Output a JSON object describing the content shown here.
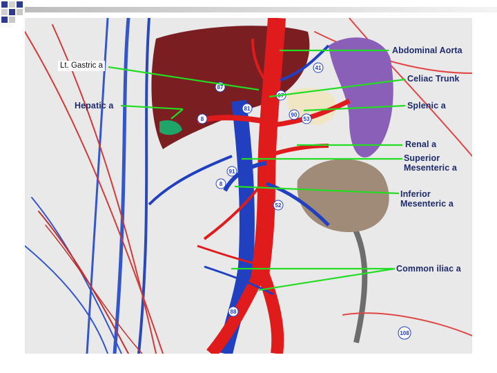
{
  "labels": {
    "abdominal_aorta": "Abdominal Aorta",
    "lt_gastric": "Lt. Gastric a",
    "celiac_trunk": "Celiac Trunk",
    "hepatic": "Hepatic a",
    "splenic": "Splenic a",
    "renal": "Renal a",
    "superior_mesenteric_1": "Superior",
    "superior_mesenteric_2": "Mesenteric a",
    "inferior_mesenteric_1": "Inferior",
    "inferior_mesenteric_2": "Mesenteric a",
    "common_iliac": "Common iliac a"
  },
  "tags": [
    "87",
    "41",
    "8",
    "81",
    "90",
    "53",
    "91",
    "8",
    "52",
    "88",
    "108",
    "97"
  ],
  "colors": {
    "pointer": "#22dd22",
    "label_text": "#1d2a6b",
    "artery_red": "#e01b1b",
    "vein_blue": "#2140c0",
    "liver": "#7a1e22",
    "spleen": "#8a5fb8",
    "kidney": "#a08a78",
    "background": "#ececec",
    "deco_square": "#2e3a8c"
  }
}
